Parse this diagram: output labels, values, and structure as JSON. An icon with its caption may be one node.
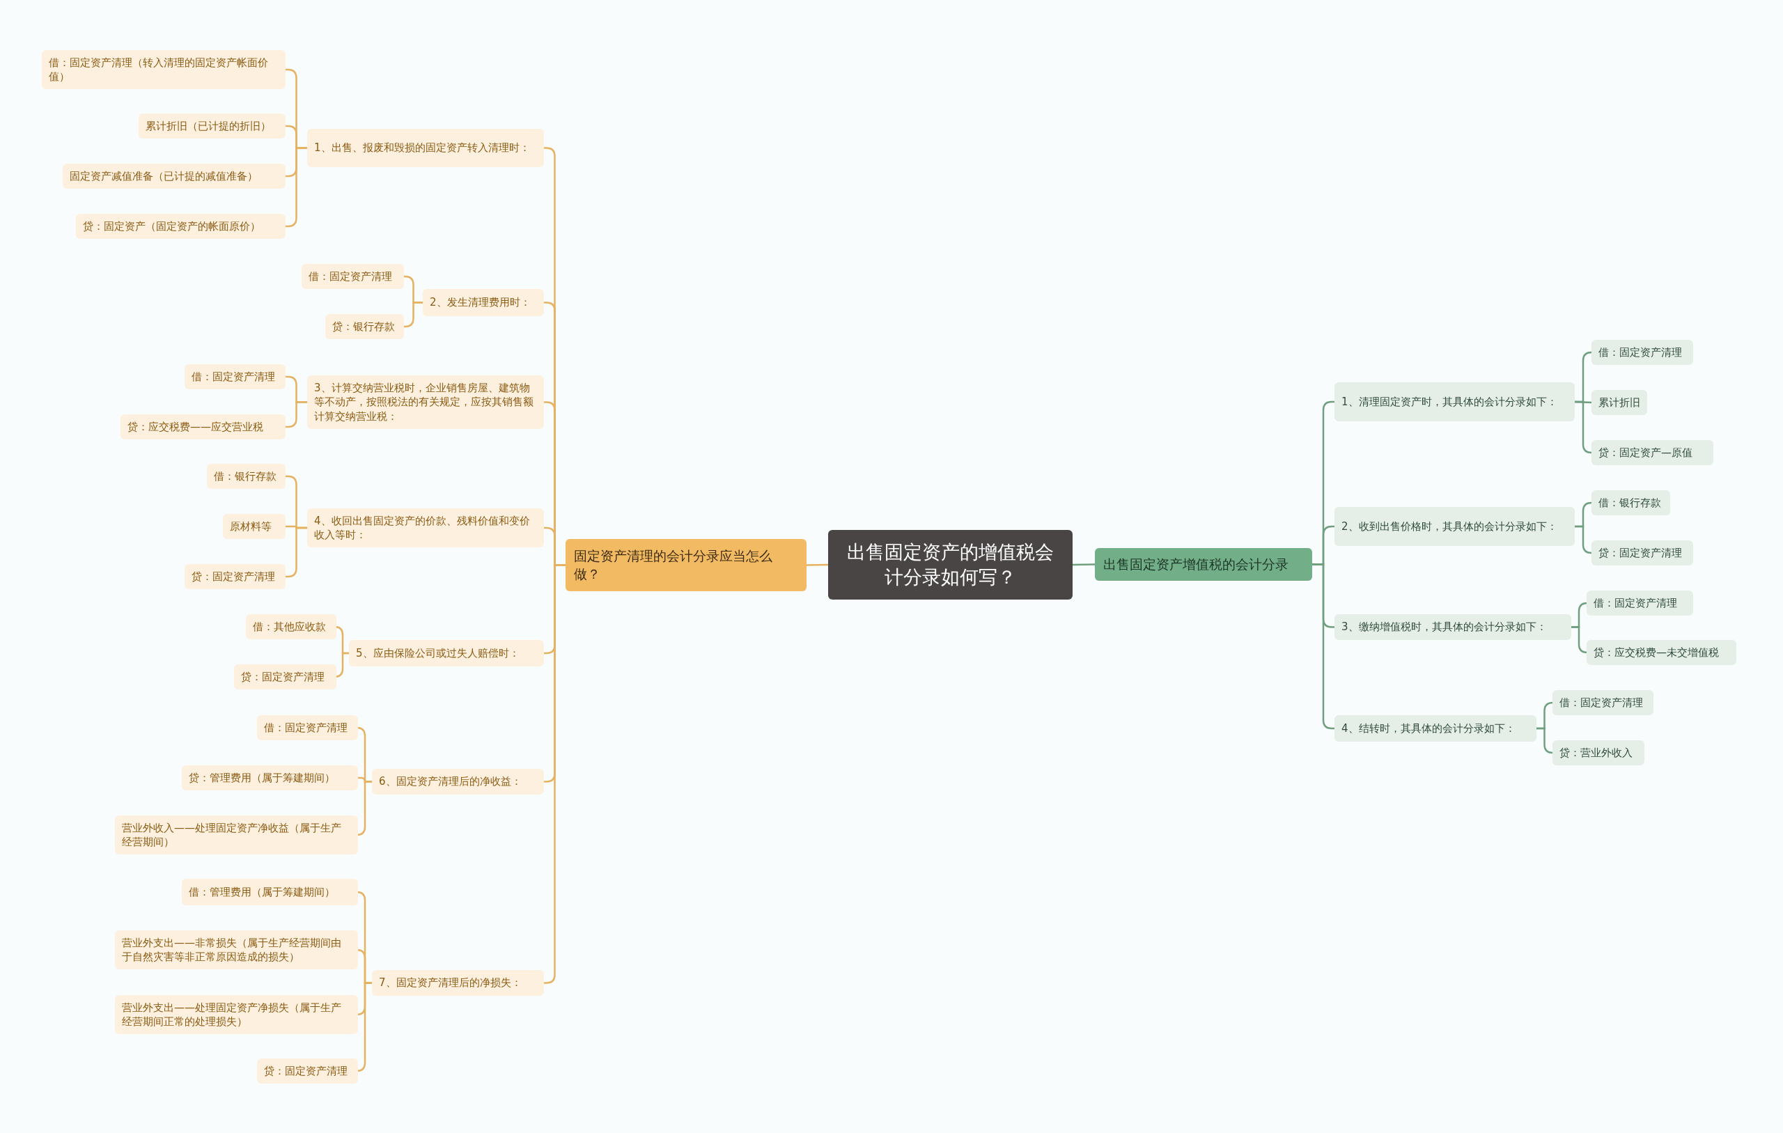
{
  "diagram": {
    "nodes": [
      {
        "text": [
          "出售固定资产的增值税会计分录如何写？"
        ]
      },
      {
        "text": [
          "固定资产清理的会计分录应当怎么做？"
        ]
      },
      {
        "text": [
          "1、出售、报废和毁损的固定资产转入清理时："
        ]
      },
      {
        "text": [
          "借：固定资产清理（转入清理的固定资产帐面价值）"
        ]
      },
      {
        "text": [
          "累计折旧（已计提的折旧）"
        ]
      },
      {
        "text": [
          "固定资产减值准备（已计提的减值准备）"
        ]
      },
      {
        "text": [
          "贷：固定资产（固定资产的帐面原价）"
        ]
      },
      {
        "text": [
          "2、发生清理费用时："
        ]
      },
      {
        "text": [
          "借：固定资产清理"
        ]
      },
      {
        "text": [
          "贷：银行存款"
        ]
      },
      {
        "text": [
          "3、计算交纳营业税时，企业销售房屋、建筑物等不动产，按照税法的有关规定，应按其销售额计算交纳营业税："
        ]
      },
      {
        "text": [
          "借：固定资产清理"
        ]
      },
      {
        "text": [
          "贷：应交税费——应交营业税"
        ]
      },
      {
        "text": [
          "4、收回出售固定资产的价款、残料价值和变价收入等时："
        ]
      },
      {
        "text": [
          "借：银行存款"
        ]
      },
      {
        "text": [
          "原材料等"
        ]
      },
      {
        "text": [
          "贷：固定资产清理"
        ]
      },
      {
        "text": [
          "5、应由保险公司或过失人赔偿时："
        ]
      },
      {
        "text": [
          "借：其他应收款"
        ]
      },
      {
        "text": [
          "贷：固定资产清理"
        ]
      },
      {
        "text": [
          "6、固定资产清理后的净收益："
        ]
      },
      {
        "text": [
          "借：固定资产清理"
        ]
      },
      {
        "text": [
          "贷：管理费用（属于筹建期间）"
        ]
      },
      {
        "text": [
          "营业外收入——处理固定资产净收益（属于生产经营期间）"
        ]
      },
      {
        "text": [
          "7、固定资产清理后的净损失："
        ]
      },
      {
        "text": [
          "借：管理费用（属于筹建期间）"
        ]
      },
      {
        "text": [
          "营业外支出——非常损失（属于生产经营期间由于自然灾害等非正常原因造成的损失）"
        ]
      },
      {
        "text": [
          "营业外支出——处理固定资产净损失（属于生产经营期间正常的处理损失）"
        ]
      },
      {
        "text": [
          "贷：固定资产清理"
        ]
      },
      {
        "text": [
          "出售固定资产增值税的会计分录"
        ]
      },
      {
        "text": [
          "1、清理固定资产时，其具体的会计分录如下："
        ]
      },
      {
        "text": [
          "借：固定资产清理"
        ]
      },
      {
        "text": [
          "累计折旧"
        ]
      },
      {
        "text": [
          "贷：固定资产—原值"
        ]
      },
      {
        "text": [
          "2、收到出售价格时，其具体的会计分录如下："
        ]
      },
      {
        "text": [
          "借：银行存款"
        ]
      },
      {
        "text": [
          "贷：固定资产清理"
        ]
      },
      {
        "text": [
          "3、缴纳增值税时，其具体的会计分录如下："
        ]
      },
      {
        "text": [
          "借：固定资产清理"
        ]
      },
      {
        "text": [
          "贷：应交税费—未交增值税"
        ]
      },
      {
        "text": [
          "4、结转时，其具体的会计分录如下："
        ]
      },
      {
        "text": [
          "借：固定资产清理"
        ]
      },
      {
        "text": [
          "贷：营业外收入"
        ]
      }
    ],
    "edges": [
      {
        "from": 0,
        "to": 1,
        "arrow": "none"
      },
      {
        "from": 1,
        "to": 2,
        "arrow": "none"
      },
      {
        "from": 2,
        "to": 3,
        "arrow": "none"
      },
      {
        "from": 2,
        "to": 4,
        "arrow": "none"
      },
      {
        "from": 2,
        "to": 5,
        "arrow": "none"
      },
      {
        "from": 2,
        "to": 6,
        "arrow": "none"
      },
      {
        "from": 1,
        "to": 7,
        "arrow": "none"
      },
      {
        "from": 7,
        "to": 8,
        "arrow": "none"
      },
      {
        "from": 7,
        "to": 9,
        "arrow": "none"
      },
      {
        "from": 1,
        "to": 10,
        "arrow": "none"
      },
      {
        "from": 10,
        "to": 11,
        "arrow": "none"
      },
      {
        "from": 10,
        "to": 12,
        "arrow": "none"
      },
      {
        "from": 1,
        "to": 13,
        "arrow": "none"
      },
      {
        "from": 13,
        "to": 14,
        "arrow": "none"
      },
      {
        "from": 13,
        "to": 15,
        "arrow": "none"
      },
      {
        "from": 13,
        "to": 16,
        "arrow": "none"
      },
      {
        "from": 1,
        "to": 17,
        "arrow": "none"
      },
      {
        "from": 17,
        "to": 18,
        "arrow": "none"
      },
      {
        "from": 17,
        "to": 19,
        "arrow": "none"
      },
      {
        "from": 1,
        "to": 20,
        "arrow": "none"
      },
      {
        "from": 20,
        "to": 21,
        "arrow": "none"
      },
      {
        "from": 20,
        "to": 22,
        "arrow": "none"
      },
      {
        "from": 20,
        "to": 23,
        "arrow": "none"
      },
      {
        "from": 1,
        "to": 24,
        "arrow": "none"
      },
      {
        "from": 24,
        "to": 25,
        "arrow": "none"
      },
      {
        "from": 24,
        "to": 26,
        "arrow": "none"
      },
      {
        "from": 24,
        "to": 27,
        "arrow": "none"
      },
      {
        "from": 24,
        "to": 28,
        "arrow": "none"
      },
      {
        "from": 0,
        "to": 29,
        "arrow": "none",
        "color": "#6f9f7f"
      },
      {
        "from": 29,
        "to": 30,
        "arrow": "none",
        "color": "#6f9f7f"
      },
      {
        "from": 30,
        "to": 31,
        "arrow": "none",
        "color": "#6f9f7f"
      },
      {
        "from": 30,
        "to": 32,
        "arrow": "none",
        "color": "#6f9f7f"
      },
      {
        "from": 30,
        "to": 33,
        "arrow": "none",
        "color": "#6f9f7f"
      },
      {
        "from": 29,
        "to": 34,
        "arrow": "none",
        "color": "#6f9f7f"
      },
      {
        "from": 34,
        "to": 35,
        "arrow": "none",
        "color": "#6f9f7f"
      },
      {
        "from": 34,
        "to": 36,
        "arrow": "none",
        "color": "#6f9f7f"
      },
      {
        "from": 29,
        "to": 37,
        "arrow": "none",
        "color": "#6f9f7f"
      },
      {
        "from": 37,
        "to": 38,
        "arrow": "none",
        "color": "#6f9f7f"
      },
      {
        "from": 37,
        "to": 39,
        "arrow": "none",
        "color": "#6f9f7f"
      },
      {
        "from": 29,
        "to": 40,
        "arrow": "none",
        "color": "#6f9f7f"
      },
      {
        "from": 40,
        "to": 41,
        "arrow": "none",
        "color": "#6f9f7f"
      },
      {
        "from": 40,
        "to": 42,
        "arrow": "none",
        "color": "#6f9f7f"
      }
    ]
  }
}
